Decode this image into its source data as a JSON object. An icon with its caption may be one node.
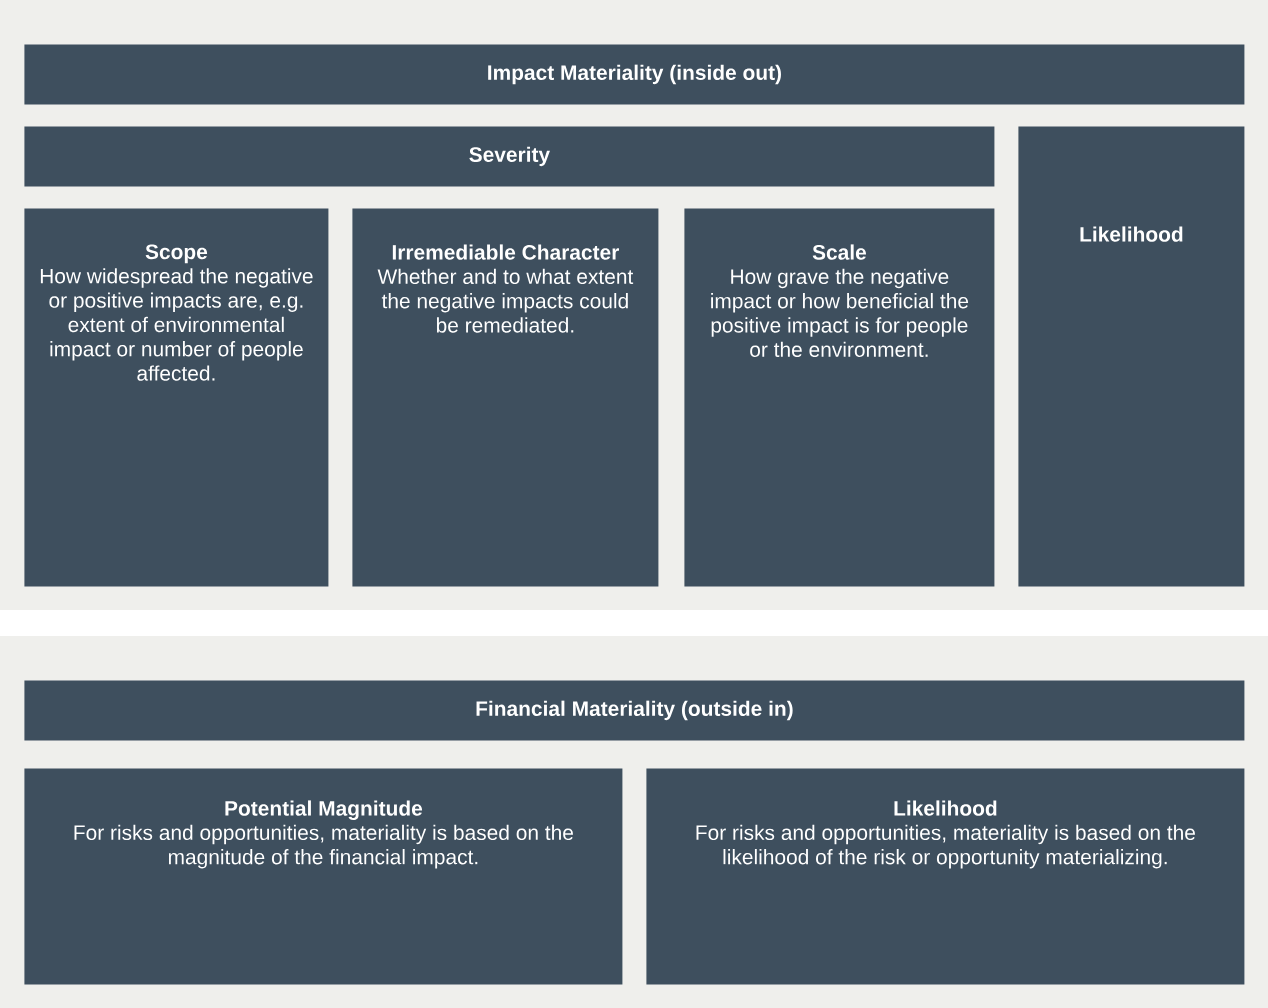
{
  "diagram": {
    "nodes": [
      {
        "text": [
          "Impact Materiality (inside out)"
        ]
      },
      {
        "text": [
          "Severity"
        ]
      },
      {
        "text": [
          "Scope",
          "How widespread the negative or positive impacts are, e.g. extent of environmental impact or number of people affected."
        ]
      },
      {
        "text": [
          "Irremediable Character",
          "Whether and to what extent the negative impacts could be remediated."
        ]
      },
      {
        "text": [
          "Scale",
          "How grave the negative impact or how beneficial the positive impact is for people or the environment."
        ]
      },
      {
        "text": [
          "Likelihood"
        ]
      },
      {
        "text": [
          "Financial Materiality (outside in)"
        ]
      },
      {
        "text": [
          "Potential Magnitude",
          "For risks and opportunities, materiality is based on the magnitude of the financial impact."
        ]
      },
      {
        "text": [
          "Likelihood",
          "For risks and opportunities, materiality is based on the likelihood of the risk or opportunity materializing."
        ]
      }
    ]
  }
}
